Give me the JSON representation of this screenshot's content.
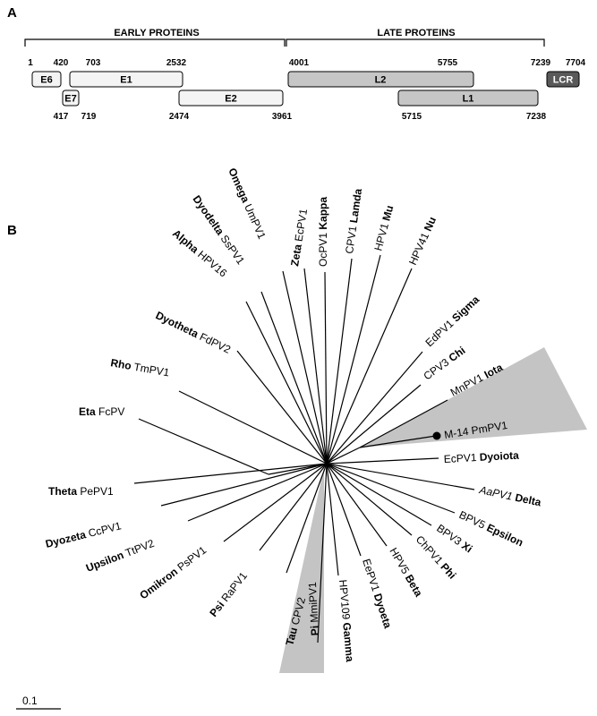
{
  "panels": {
    "a": "A",
    "b": "B"
  },
  "genome": {
    "groups": {
      "early": "EARLY PROTEINS",
      "late": "LATE PROTEINS"
    },
    "coords": {
      "e6_start": "1",
      "e6_end": "420",
      "e1_start": "703",
      "e1_end": "2532",
      "l2_start": "4001",
      "l2_end": "5755",
      "l1_start_top": "7239",
      "lcr_end": "7704",
      "e7_start": "417",
      "e7_end": "719",
      "e2_start": "2474",
      "e2_end": "3961",
      "l1_start": "5715",
      "l1_end": "7238"
    },
    "genes": {
      "e6": "E6",
      "e7": "E7",
      "e1": "E1",
      "e2": "E2",
      "l2": "L2",
      "l1": "L1",
      "lcr": "LCR"
    },
    "colors": {
      "early": "#f4f4f4",
      "late": "#c6c6c6",
      "lcr": "#595959"
    }
  },
  "tree": {
    "scale_label": "0.1",
    "highlight_color": "#c4c4c4",
    "leaves": {
      "zeta": {
        "bold": "Zeta",
        "text": "EcPV1"
      },
      "kappa": {
        "text": "OcPV1",
        "bold": "Kappa"
      },
      "lamda": {
        "text": "CPV1",
        "bold": "Lamda"
      },
      "mu": {
        "text": "HPV1",
        "bold": "Mu"
      },
      "nu": {
        "text": "HPV41",
        "bold": "Nu"
      },
      "sigma": {
        "text": "EdPV1",
        "bold": "Sigma"
      },
      "chi": {
        "text": "CPV3",
        "bold": "Chi"
      },
      "iota": {
        "text": "MnPV1",
        "bold": "Iota"
      },
      "pmpv": {
        "text": "M-14 PmPV1"
      },
      "dyoiota": {
        "text": "EcPV1",
        "bold": "Dyoiota"
      },
      "delta": {
        "text": "AaPV1",
        "bold": "Delta"
      },
      "epsilon": {
        "text": "BPV5",
        "bold": "Epsilon"
      },
      "xi": {
        "text": "BPV3",
        "bold": "Xi"
      },
      "phi": {
        "text": "ChPV1",
        "bold": "Phi"
      },
      "beta": {
        "text": "HPV5",
        "bold": "Beta"
      },
      "dyoeta": {
        "text": "EePV1",
        "bold": "Dyoeta"
      },
      "gamma": {
        "text": "HPV109",
        "bold": "Gamma"
      },
      "pi": {
        "bold": "Pi",
        "text": "MmiPV1"
      },
      "tau": {
        "bold": "Tau",
        "text": "CPV2"
      },
      "psi": {
        "bold": "Psi",
        "text": "RaPV1"
      },
      "omikron": {
        "bold": "Omikron",
        "text": "PsPV1"
      },
      "upsilon": {
        "bold": "Upsilon",
        "text": "TtPV2"
      },
      "dyozeta": {
        "bold": "Dyozeta",
        "text": "CcPV1"
      },
      "theta": {
        "bold": "Theta",
        "text": "PePV1"
      },
      "eta": {
        "bold": "Eta",
        "text": "FcPV"
      },
      "rho": {
        "bold": "Rho",
        "text": "TmPV1"
      },
      "dyotheta": {
        "bold": "Dyotheta",
        "text": "FdPV2"
      },
      "alpha": {
        "bold": "Alpha",
        "text": "HPV16"
      },
      "dyodelta": {
        "bold": "Dyodelta",
        "text": "SsPV1"
      },
      "omega": {
        "bold": "Omega",
        "text": "UmPV1"
      }
    }
  }
}
